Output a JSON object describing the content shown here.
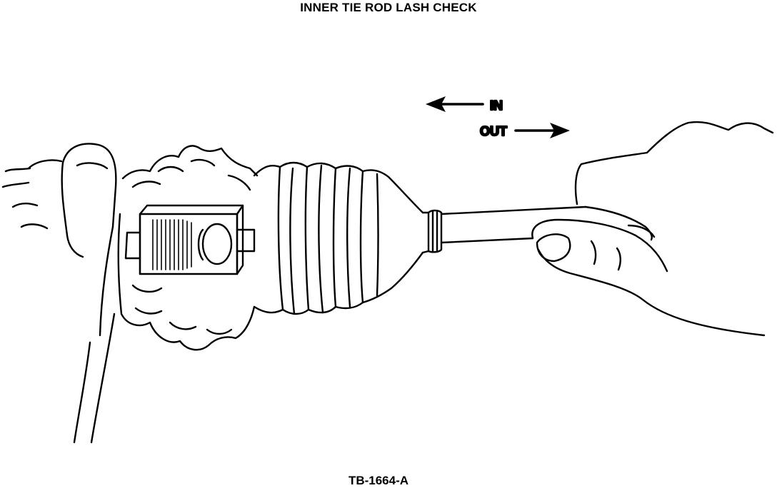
{
  "title": "INNER TIE ROD LASH CHECK",
  "figure_id": "TB-1664-A",
  "labels": {
    "in": "IN",
    "out": "OUT"
  }
}
